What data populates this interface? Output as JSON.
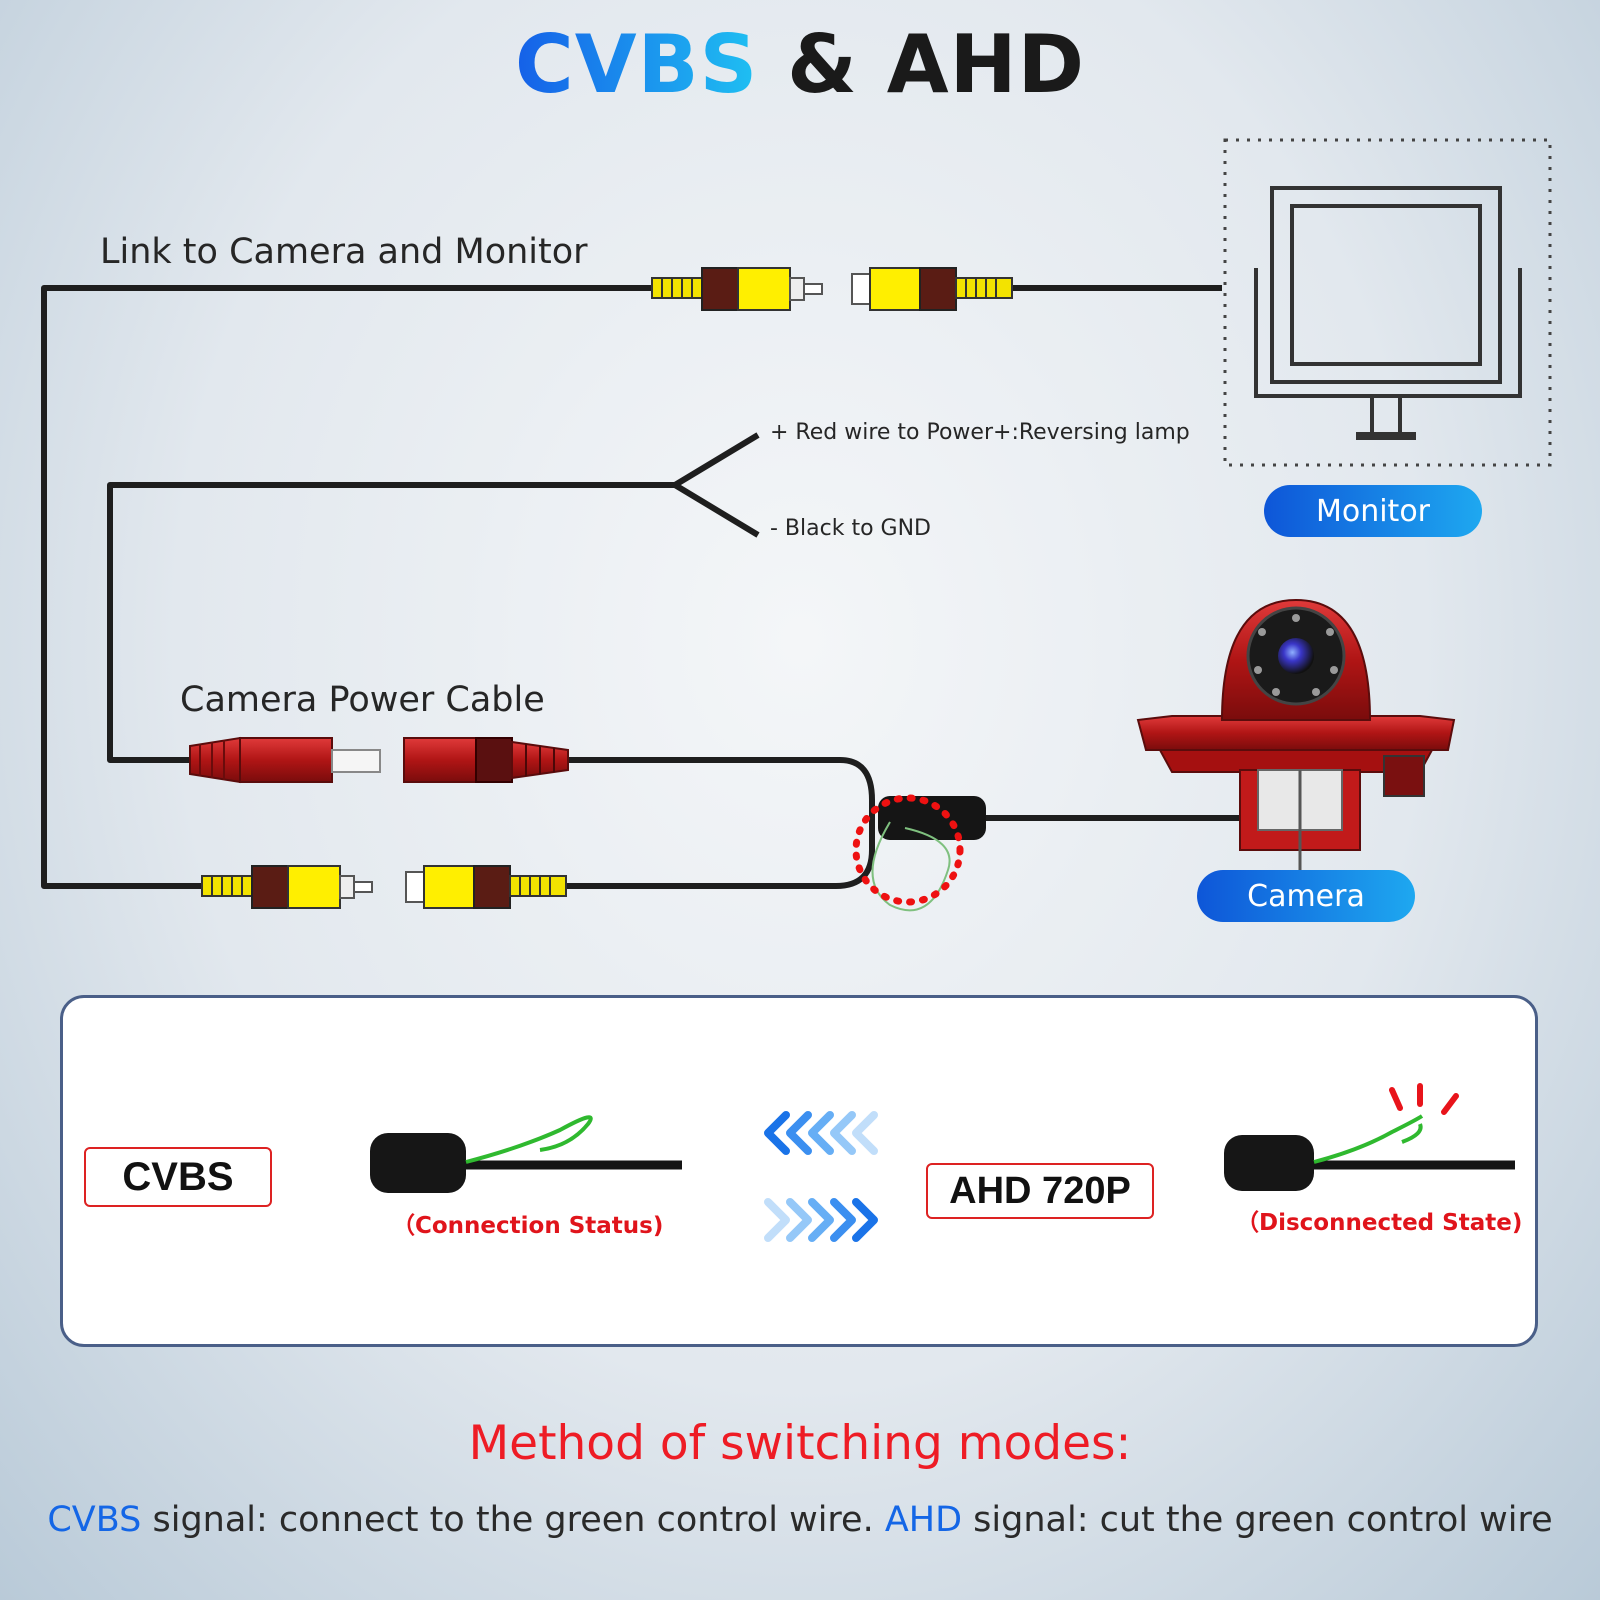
{
  "title": {
    "part1": "CVBS",
    "part2": " & AHD"
  },
  "labels": {
    "link": "Link to Camera and Monitor",
    "red_wire": "+ Red wire to Power+:Reversing lamp",
    "black_wire": "- Black to GND",
    "power_cable": "Camera Power Cable"
  },
  "badges": {
    "monitor": "Monitor",
    "camera": "Camera"
  },
  "panel": {
    "cvbs_tag": "CVBS",
    "connection_status": "（Connection Status)",
    "ahd_tag": "AHD 720P",
    "disconnected_state": "（Disconnected State)"
  },
  "method": {
    "heading": "Method of switching modes:",
    "cvbs": "CVBS",
    "cvbs_text": " signal: connect to the green control wire. ",
    "ahd": "AHD",
    "ahd_text": " signal: cut the green control wire"
  },
  "colors": {
    "accent_blue": "#1466e6",
    "alert_red": "#ee1c25",
    "rca_yellow": "#ffef00",
    "power_red": "#c0141b"
  }
}
